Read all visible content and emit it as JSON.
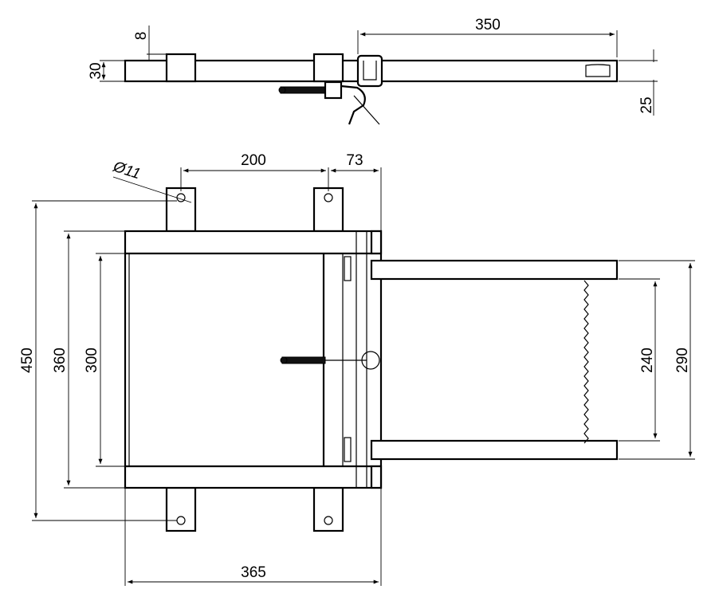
{
  "dimensions": {
    "top_length": "350",
    "top_offset": "8",
    "top_height": "30",
    "top_tube": "25",
    "hole_diameter": "Ø11",
    "hole_spacing": "200",
    "flange_offset": "73",
    "overall_height": "450",
    "frame_height": "360",
    "inner_height": "300",
    "ext_inner": "240",
    "ext_outer": "290",
    "overall_width": "365"
  }
}
